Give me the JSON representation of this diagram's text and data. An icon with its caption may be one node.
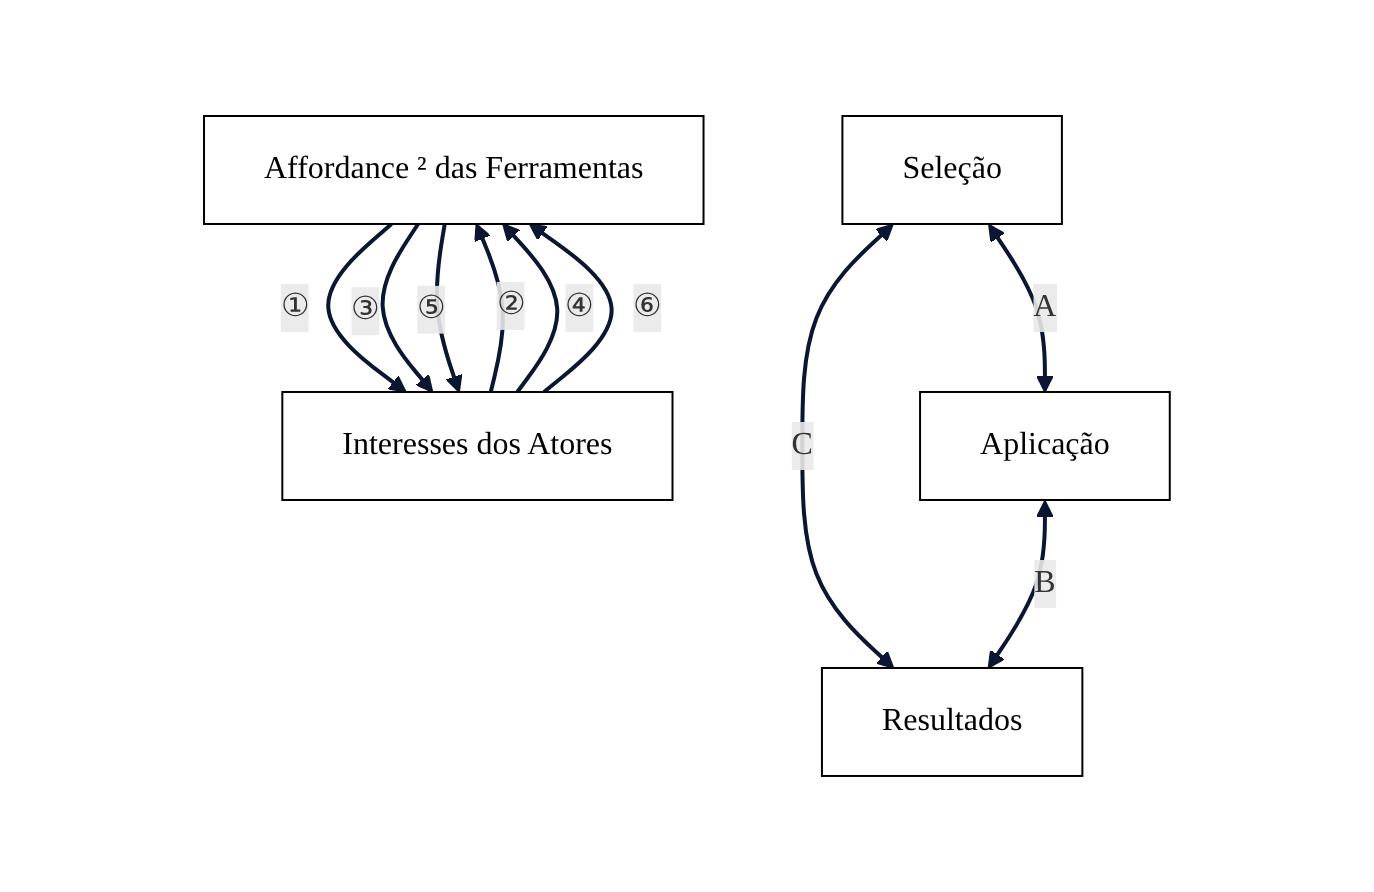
{
  "diagram": {
    "nodes": [
      {
        "text": [
          "Affordance ² das Ferramentas"
        ]
      },
      {
        "text": [
          "Seleção"
        ]
      },
      {
        "text": [
          "Aplicação"
        ]
      },
      {
        "text": [
          "Resultados"
        ]
      },
      {
        "text": [
          "Interesses dos Atores"
        ]
      }
    ],
    "edges": [
      {
        "from": 0,
        "to": 4,
        "arrow": "to",
        "label": "①"
      },
      {
        "from": 4,
        "to": 0,
        "arrow": "to",
        "label": "②"
      },
      {
        "from": 0,
        "to": 4,
        "arrow": "to",
        "label": "③"
      },
      {
        "from": 4,
        "to": 0,
        "arrow": "to",
        "label": "④"
      },
      {
        "from": 0,
        "to": 4,
        "arrow": "to",
        "label": "⑤"
      },
      {
        "from": 4,
        "to": 0,
        "arrow": "to",
        "label": "⑥"
      },
      {
        "from": 1,
        "to": 3,
        "arrow": "both",
        "label": "C"
      },
      {
        "from": 1,
        "to": 2,
        "arrow": "both",
        "label": "A"
      },
      {
        "from": 2,
        "to": 3,
        "arrow": "both",
        "label": "B"
      }
    ]
  }
}
